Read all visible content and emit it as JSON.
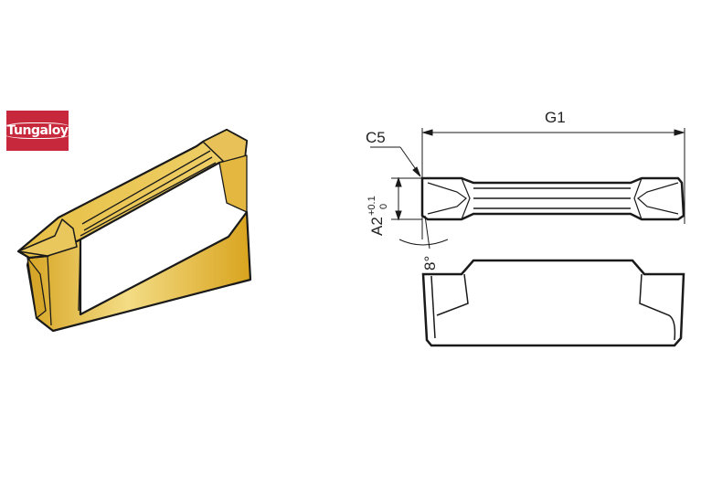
{
  "brand": {
    "name": "Tungaloy",
    "color": "#c8283c"
  },
  "insert_illustration": {
    "fill_light": "#f3dc85",
    "fill_dark": "#d9a41e",
    "outline": "#1a1a1a"
  },
  "technical_drawing": {
    "labels": {
      "length": "G1",
      "chamfer": "C5",
      "width": "A2",
      "tolerance_upper": "+0.1",
      "tolerance_lower": "0",
      "angle": "8°"
    }
  }
}
